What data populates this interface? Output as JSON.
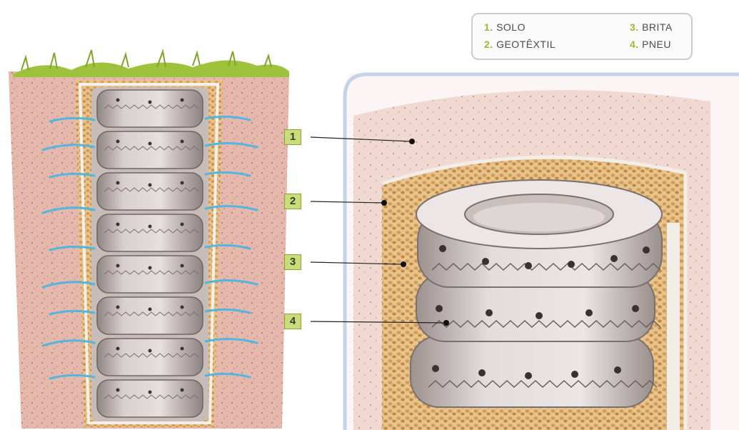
{
  "legend": {
    "items": [
      {
        "num": "1.",
        "label": "SOLO"
      },
      {
        "num": "2.",
        "label": "GEOTÊXTIL"
      },
      {
        "num": "3.",
        "label": "BRITA"
      },
      {
        "num": "4.",
        "label": "PNEU"
      }
    ]
  },
  "callouts": [
    "1",
    "2",
    "3",
    "4"
  ],
  "colors": {
    "soil": "#e8bcb0",
    "gravel": "#d9a868",
    "geotextile": "#f2ede6",
    "tire": "#d6cfcd",
    "water": "#52b6e0",
    "grass": "#9ec23c",
    "frame": "#c6d2e8",
    "tag": "#c9dc7a"
  }
}
